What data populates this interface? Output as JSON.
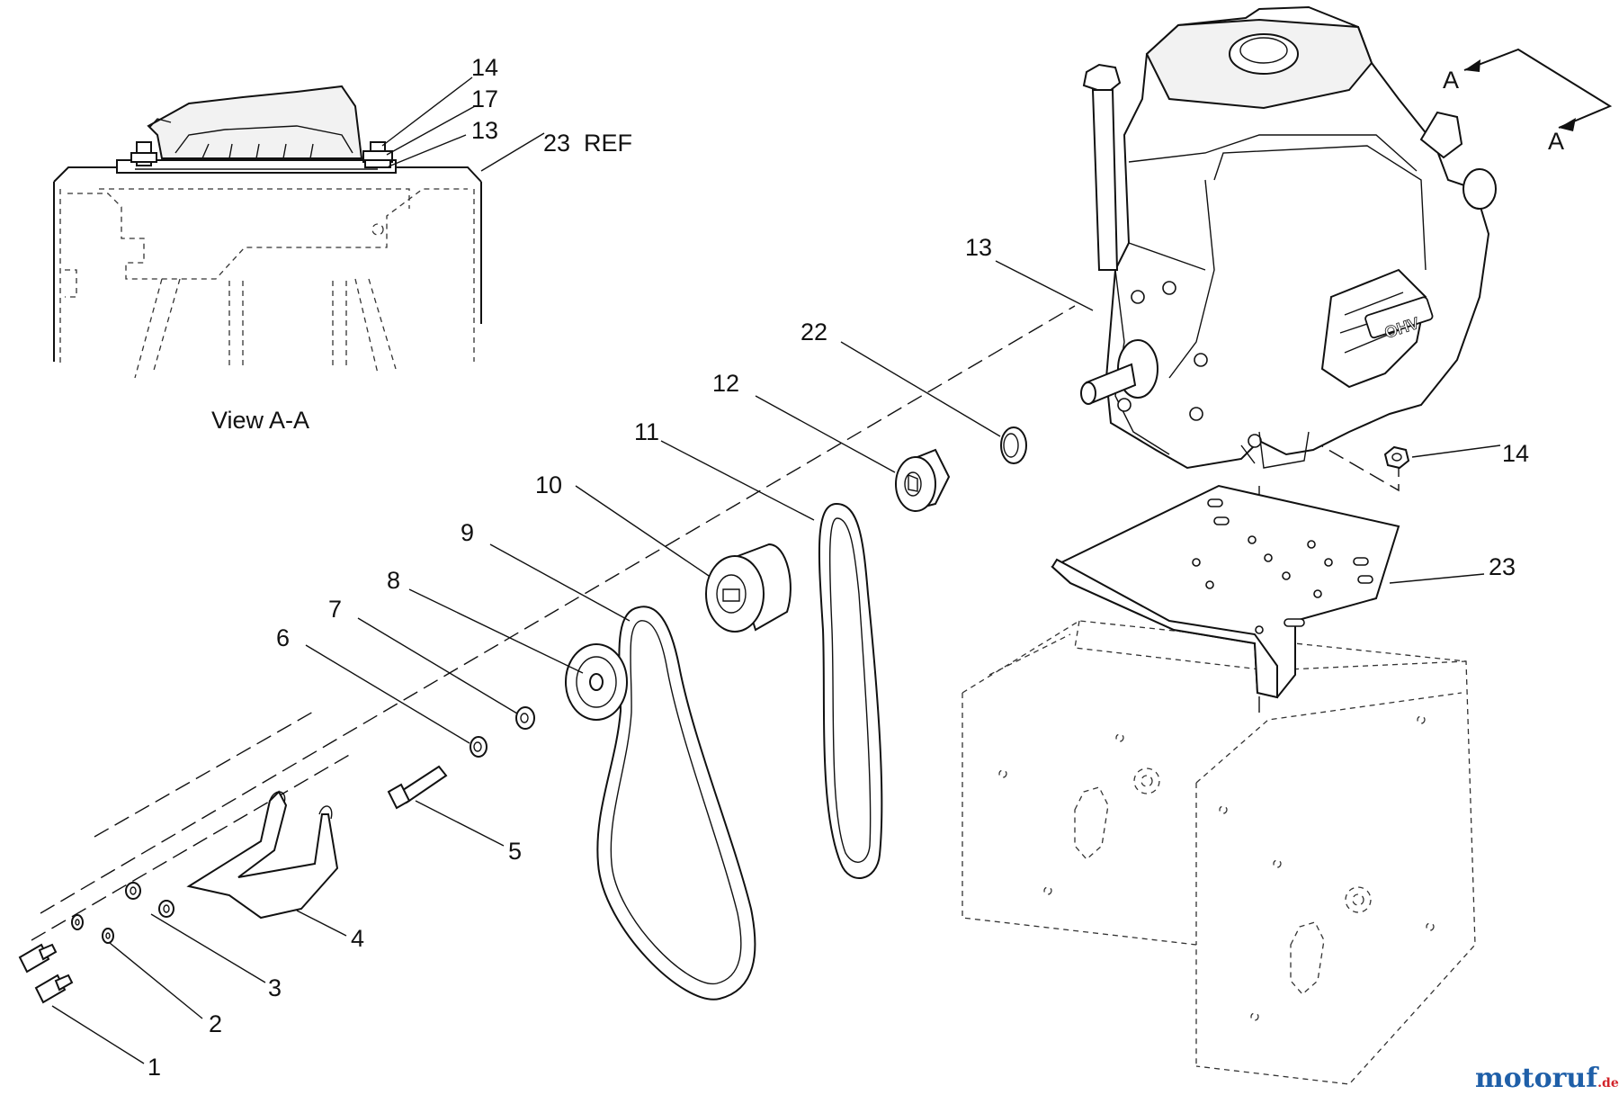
{
  "view_label": "View A-A",
  "section_markers": [
    "A",
    "A"
  ],
  "engine_badge": "OHV",
  "callouts": {
    "c1": "1",
    "c2": "2",
    "c3": "3",
    "c4": "4",
    "c5": "5",
    "c6": "6",
    "c7": "7",
    "c8": "8",
    "c9": "9",
    "c10": "10",
    "c11": "11",
    "c12": "12",
    "c13": "13",
    "c14": "14",
    "c22": "22",
    "c23": "23",
    "inset_14": "14",
    "inset_17": "17",
    "inset_13": "13",
    "inset_23ref": "23  REF"
  },
  "watermark": {
    "main": "motoruf",
    "suffix": ".de",
    "color_a": "#1f5fa8",
    "color_b": "#d2232a"
  }
}
